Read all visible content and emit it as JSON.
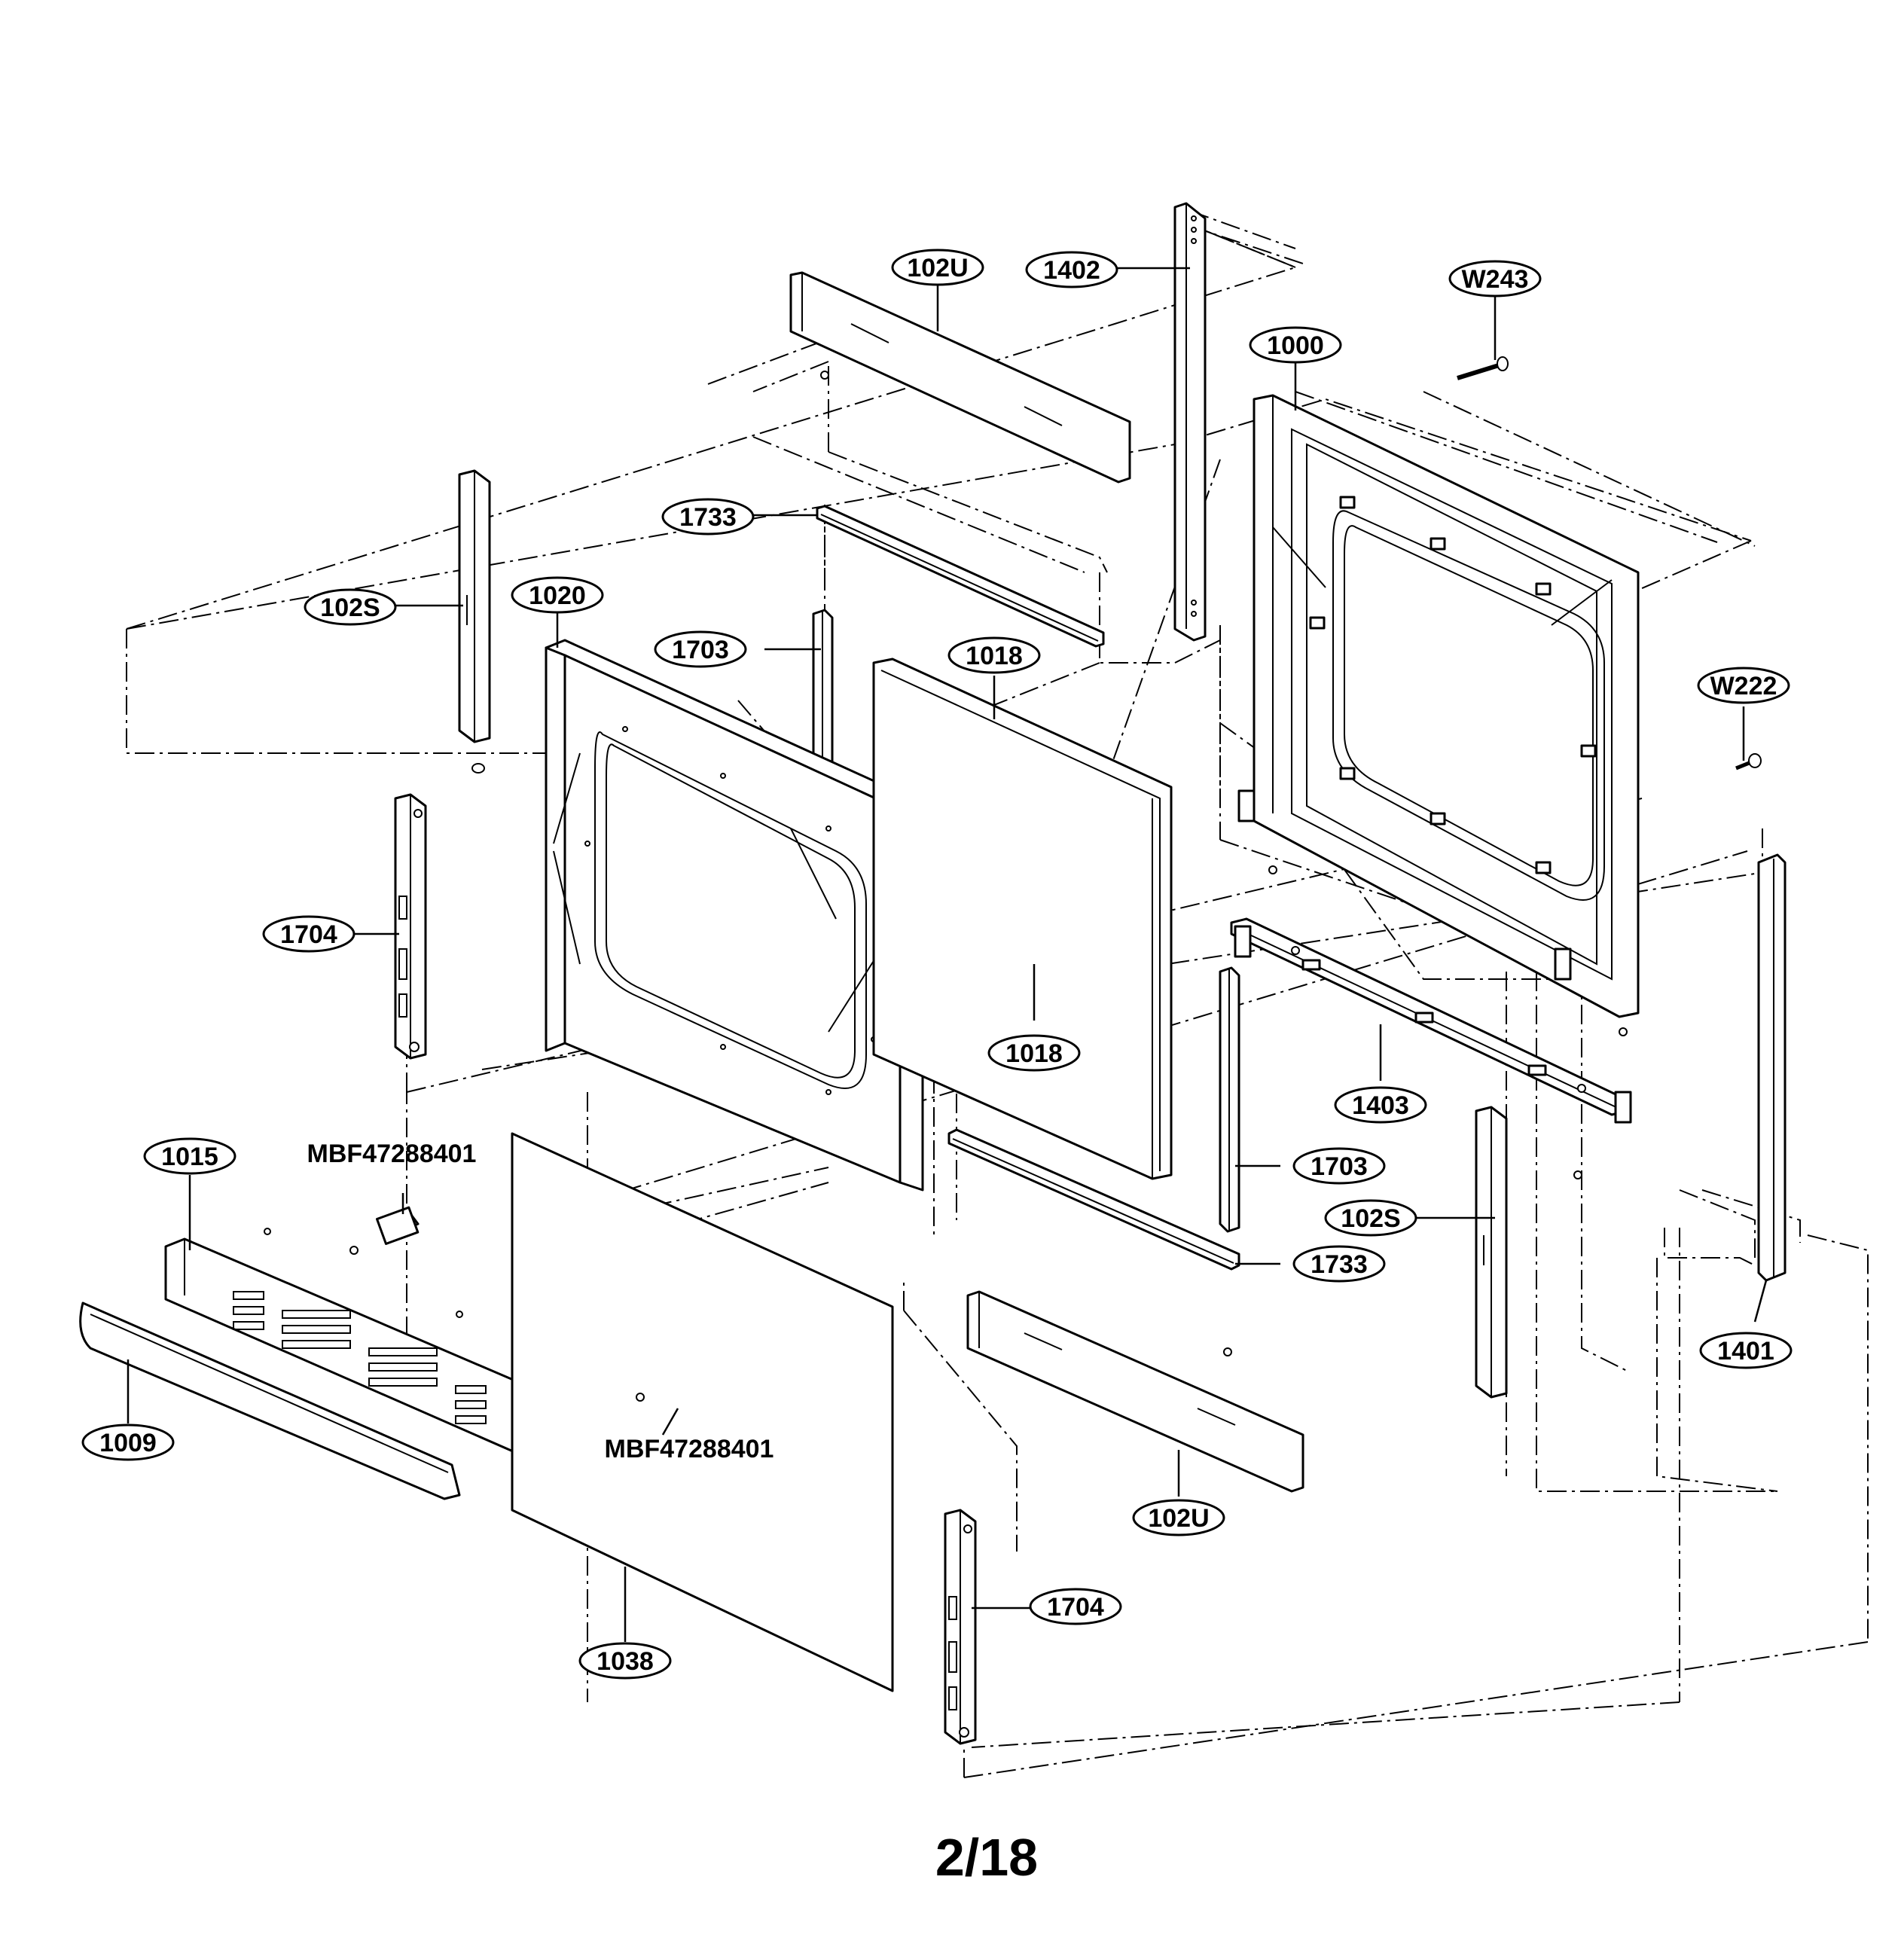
{
  "page_number": "2/18",
  "callouts": [
    {
      "id": "102U-top",
      "label": "102U"
    },
    {
      "id": "1402",
      "label": "1402"
    },
    {
      "id": "W243",
      "label": "W243"
    },
    {
      "id": "1000",
      "label": "1000"
    },
    {
      "id": "1733-top",
      "label": "1733"
    },
    {
      "id": "102S-left",
      "label": "102S"
    },
    {
      "id": "1020",
      "label": "1020"
    },
    {
      "id": "1703-top",
      "label": "1703"
    },
    {
      "id": "1018-top",
      "label": "1018"
    },
    {
      "id": "W222",
      "label": "W222"
    },
    {
      "id": "1704-left",
      "label": "1704"
    },
    {
      "id": "1018-bottom",
      "label": "1018"
    },
    {
      "id": "1403",
      "label": "1403"
    },
    {
      "id": "1015",
      "label": "1015"
    },
    {
      "id": "1703-bottom",
      "label": "1703"
    },
    {
      "id": "102S-right",
      "label": "102S"
    },
    {
      "id": "1733-bottom",
      "label": "1733"
    },
    {
      "id": "1401",
      "label": "1401"
    },
    {
      "id": "1009",
      "label": "1009"
    },
    {
      "id": "102U-bottom",
      "label": "102U"
    },
    {
      "id": "1704-bottom",
      "label": "1704"
    },
    {
      "id": "1038",
      "label": "1038"
    }
  ],
  "plain_labels": [
    {
      "id": "mbf-top",
      "label": "MBF47288401"
    },
    {
      "id": "mbf-bottom",
      "label": "MBF47288401"
    }
  ]
}
